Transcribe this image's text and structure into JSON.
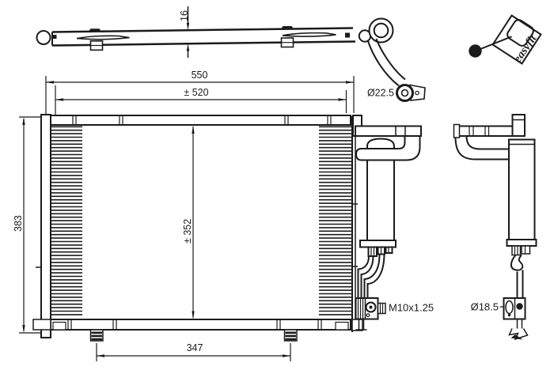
{
  "labels": {
    "thickness_top_view": "16",
    "overall_width": "550",
    "mounting_width": "± 520",
    "overall_height": "383",
    "core_height": "± 352",
    "bottom_bracket_spacing": "347",
    "top_pipe_diameter": "Ø22.5",
    "bottom_fitting_thread": "M10x1.25",
    "side_pipe_diameter": "Ø18.5"
  },
  "logo": {
    "text": "easyfit",
    "square_color": "#F0921E",
    "text_color": "#141414"
  },
  "colors": {
    "line": "#1b1b1b",
    "background": "#ffffff"
  }
}
